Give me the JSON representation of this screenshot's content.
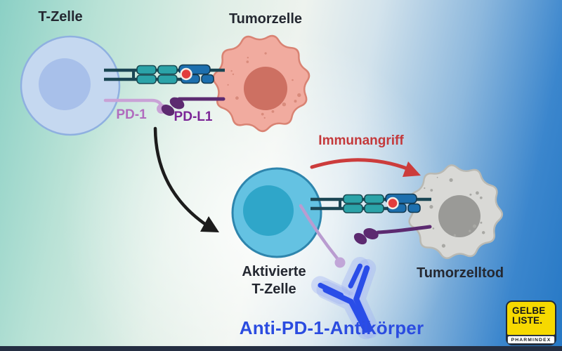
{
  "diagram": {
    "title_context": "PD-1 / PD-L1 checkpoint inhibition mechanism",
    "top_scene": {
      "t_cell_label": "T-Zelle",
      "tumor_cell_label": "Tumorzelle",
      "pd1_label": "PD-1",
      "pdl1_label": "PD-L1"
    },
    "bottom_scene": {
      "activated_t_cell_label_line1": "Aktivierte",
      "activated_t_cell_label_line2": "T-Zelle",
      "immune_attack_label": "Immunangriff",
      "tumor_death_label": "Tumorzelltod",
      "antibody_label": "Anti-PD-1-Antikörper"
    },
    "colors": {
      "background_teal": "#8bd0c5",
      "background_blue": "#2678c5",
      "t_cell_body": "#c5d8f0",
      "t_cell_nucleus": "#a8c0ea",
      "activated_t_cell_body": "#64c2e2",
      "activated_t_cell_nucleus": "#2fa6c9",
      "tumor_cell_body": "#f1ab9f",
      "tumor_cell_nucleus": "#cd7062",
      "dead_cell_body": "#d9d9d6",
      "dead_cell_nucleus": "#9a9a97",
      "receptor_teal": "#2ba3a8",
      "receptor_blue": "#1d6fae",
      "antigen_red": "#e23d3d",
      "pd1_lavender": "#c9a2d6",
      "pdl1_purple": "#5c2a70",
      "pd1_text": "#b16cbe",
      "pdl1_text": "#7b2596",
      "immune_attack_red": "#c4393b",
      "antibody_blue": "#2a4de8",
      "anti_pd1_text": "#2b4ce0",
      "label_black": "#242831",
      "logo_yellow": "#f6d900",
      "logo_navy": "#1f2a3a"
    }
  },
  "logo": {
    "line1": "GELBE",
    "line2": "LISTE.",
    "subtitle": "PHARMINDEX"
  }
}
